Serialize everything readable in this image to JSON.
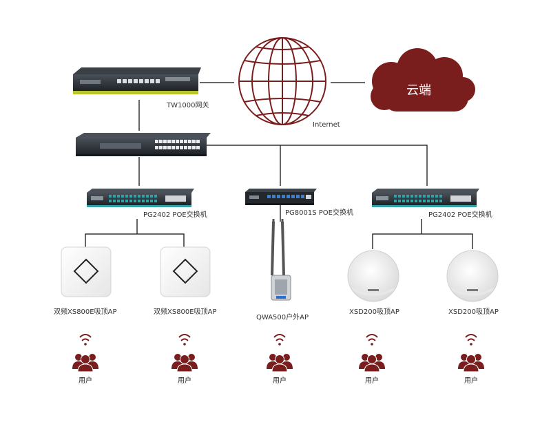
{
  "colors": {
    "accent": "#7a1d1d",
    "line": "#333333",
    "device_dark": "#2b2f36",
    "gateway_green": "#b7c62b",
    "poe_teal": "#2fa3a8"
  },
  "devices": {
    "gateway": {
      "label": "TW1000网关",
      "icon": "router-icon"
    },
    "internet": {
      "label": "Internet",
      "icon": "globe-icon"
    },
    "cloud": {
      "label": "云端",
      "icon": "cloud-icon"
    },
    "core_switch": {
      "label": "",
      "icon": "switch-icon"
    },
    "poe_left": {
      "label": "PG2402 POE交换机",
      "icon": "poe-switch-icon"
    },
    "poe_mid": {
      "label": "PG8001S POE交换机",
      "icon": "poe-switch-icon"
    },
    "poe_right": {
      "label": "PG2402 POE交换机",
      "icon": "poe-switch-icon"
    }
  },
  "access_points": [
    {
      "label": "双频XS800E吸顶AP",
      "icon": "ceiling-ap-icon"
    },
    {
      "label": "双频XS800E吸顶AP",
      "icon": "ceiling-ap-icon"
    },
    {
      "label": "QWA500户外AP",
      "icon": "outdoor-ap-icon"
    },
    {
      "label": "XSD200吸顶AP",
      "icon": "round-ap-icon"
    },
    {
      "label": "XSD200吸顶AP",
      "icon": "round-ap-icon"
    }
  ],
  "users": [
    {
      "label": "用户",
      "icon": "users-icon"
    },
    {
      "label": "用户",
      "icon": "users-icon"
    },
    {
      "label": "用户",
      "icon": "users-icon"
    },
    {
      "label": "用户",
      "icon": "users-icon"
    },
    {
      "label": "用户",
      "icon": "users-icon"
    }
  ]
}
